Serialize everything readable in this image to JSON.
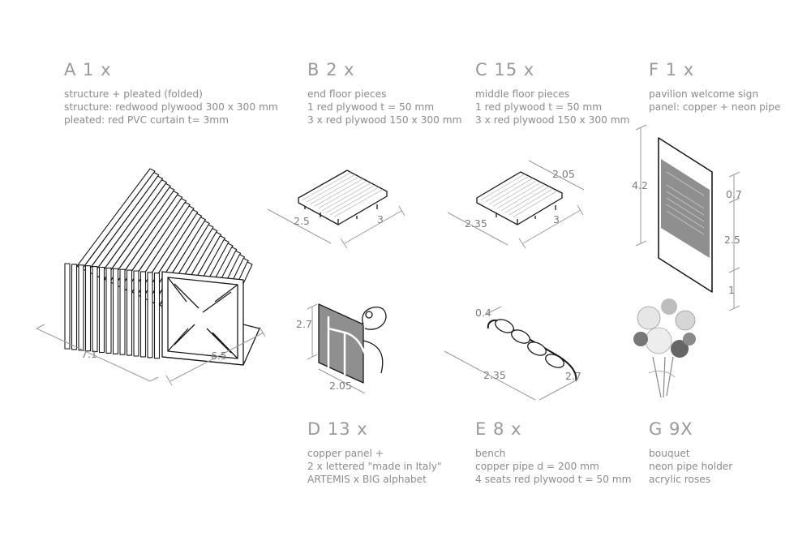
{
  "items": {
    "A": {
      "title": "A 1 x",
      "lines": [
        "structure + pleated (folded)",
        "structure: redwood plywood 300 x 300 mm",
        "pleated: red PVC curtain t= 3mm"
      ]
    },
    "B": {
      "title": "B 2 x",
      "lines": [
        "end floor pieces",
        "1 red plywood t = 50 mm",
        "3 x red plywood 150 x 300 mm"
      ]
    },
    "C": {
      "title": "C 15 x",
      "lines": [
        "middle floor pieces",
        "1 red plywood t = 50 mm",
        "3 x red plywood 150 x 300 mm"
      ]
    },
    "F": {
      "title": "F 1 x",
      "lines": [
        "pavilion welcome sign",
        "panel: copper + neon pipe"
      ]
    },
    "D": {
      "title": "D 13 x",
      "lines": [
        "copper panel +",
        "2 x lettered \"made in Italy\"",
        "ARTEMIS x BIG alphabet"
      ]
    },
    "E": {
      "title": "E 8 x",
      "lines": [
        "bench",
        "copper pipe d = 200 mm",
        "4 seats red plywood t = 50 mm"
      ]
    },
    "G": {
      "title": "G  9X",
      "lines": [
        "bouquet",
        "neon pipe holder",
        "acrylic roses"
      ]
    }
  },
  "dimensions": {
    "a_width": "7.1",
    "a_depth": "6.5",
    "b_w": "2.5",
    "b_d": "3",
    "c_w": "2.35",
    "c_d": "3",
    "c_h": "2.05",
    "f_height": "4.2",
    "f_top": "0.7",
    "f_mid": "2.5",
    "f_bottom": "1",
    "d_height": "2.7",
    "d_width": "2.05",
    "e_pipe": "0.4",
    "e_length": "2.35",
    "e_end": "2.7"
  },
  "colors": {
    "line": "#1a1a1a",
    "dim_line": "#9a9a9a",
    "text": "#8c8c8c",
    "panel_fill": "#8f8f8f"
  }
}
